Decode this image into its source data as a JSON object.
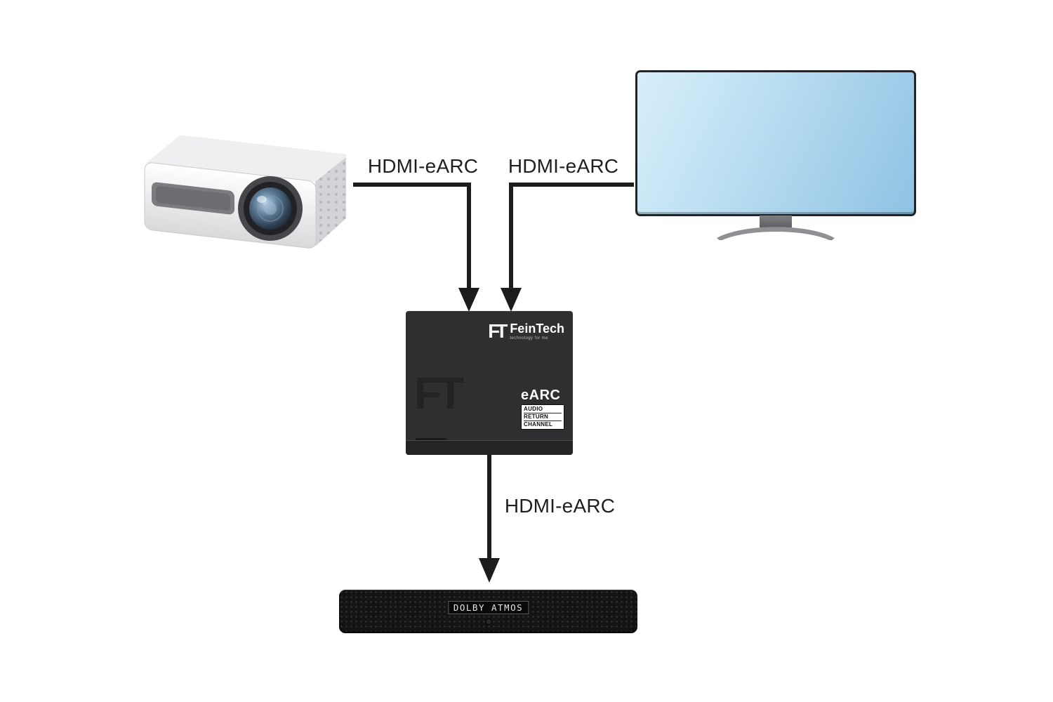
{
  "diagram": {
    "connection_labels": {
      "projector_to_box": "HDMI-eARC",
      "tv_to_box": "HDMI-eARC",
      "box_to_soundbar": "HDMI-eARC"
    }
  },
  "earc_box": {
    "logo_monogram": "FT",
    "brand": "FeinTech",
    "tagline": "technology for me",
    "watermark": "FT",
    "badge": {
      "title": "eARC",
      "lines": [
        "Audio",
        "Return",
        "Channel"
      ]
    }
  },
  "soundbar": {
    "display_text": "DOLBY ATMOS"
  },
  "colors": {
    "connector": "#1c1c1c",
    "label_text": "#1f1f1f",
    "box_body": "#2f2f31",
    "tv_screen_light": "#d8eefa",
    "tv_screen_deep": "#8fc2e3",
    "soundbar_body": "#141414",
    "display_text_color": "#e3eae3"
  }
}
